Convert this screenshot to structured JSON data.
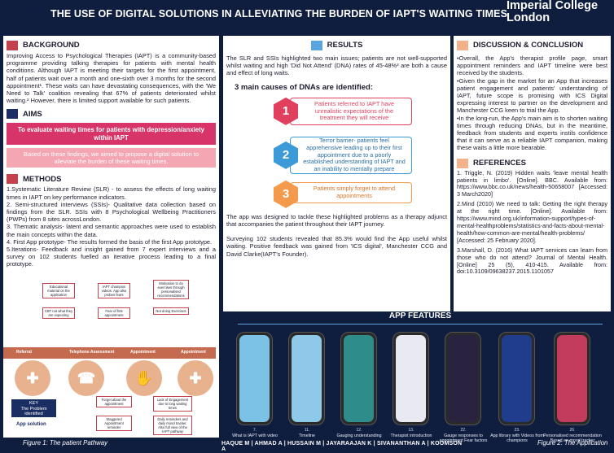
{
  "title": "THE USE OF DIGITAL SOLUTIONS IN ALLEVIATING THE BURDEN OF IAPT'S WAITING TIMES",
  "logo": [
    "Imperial College",
    "London"
  ],
  "background": {
    "heading": "BACKGROUND",
    "text": "Improving Access to Psychological Therapies (IAPT) is a community-based programme providing talking therapies for patients with mental health conditions. Although IAPT is meeting their targets for the first appointment, half of patients wait over a month and one-sixth over 3 months for the second appointment¹. These waits can have devastating consequences, with the 'We Need to Talk' coalition revealing that 67% of patients deteriorated whilst waiting.² However, there is limited support available for such patients."
  },
  "aims": {
    "heading": "AIMS",
    "main": "To evaluate waiting times for patients with depression/anxiety within IAPT",
    "sub": "Based on these findings, we aimed to propose a digital solution to alleviate the burden of these waiting times."
  },
  "methods": {
    "heading": "METHODS",
    "text": "1.Systematic Literature Review (SLR) - to assess the effects of long waiting times in IAPT on key performance indicators.\n2. Semi-structured interviews (SSIs)- Qualitative data collection based on findings from the SLR. SSIs with 8 Psychological Wellbeing Practitioners (PWPs) from 8 sites acrossLondon.\n3. Thematic analysis- latent and semantic approaches were used to establish the main concepts within the data.\n4. First App prototype- The results formed the basis of the first App prototype.\n5.Iterations- Feedback and insight gained from 7 expert interviews and a survey on 102 students fuelled an iterative process leading to a final prototype."
  },
  "results": {
    "heading": "RESULTS",
    "intro": "The SLR and SSIs highlighted two main issues; patients are not well-supported whilst waiting and high 'Did Not Attend' (DNA) rates of 45-48%³ are both a cause and effect of long waits.",
    "causes_title": "3 main causes of DNAs are identified:",
    "causes": [
      {
        "num": "1",
        "text": "Patients referred to IAPT have unrealistic expectations of the treatment they will receive"
      },
      {
        "num": "2",
        "text": "Terror barrier- patients feel apprehensive leading up to their first appointment due to a poorly established understanding of IAPT and an inability to mentally prepare"
      },
      {
        "num": "3",
        "text": "Patients simply forget to attend appointments"
      }
    ],
    "para1": "The app was designed to tackle these highlighted problems as a therapy adjunct that accompanies the patient throughout their IAPT journey.",
    "para2": "Surveying 102 students revealed that 85.3% would find the App useful whilst waiting. Positive feedback was gained from 'ICS digital', Manchester CCG and David Clarke(IAPT's Founder)."
  },
  "discussion": {
    "heading": "DISCUSSION & CONCLUSION",
    "text": "•Overall, the App's therapist profile page, smart appointment reminders and IAPT timeline were best received by the students.\n•Given the gap in the market for an App that increases patient engagement and patients' understanding of IAPT, future scope is promising with ICS Digital expressing interest to partner on the development and Manchester CCG keen to trial the App.\n•In the long-run, the App's main aim is to shorten waiting times through reducing DNAs, but in the meantime, feedback from students and experts instils confidence that it can serve as a reliable IAPT companion, making these waits a little more bearable."
  },
  "references": {
    "heading": "REFERENCES",
    "items": [
      "1. Triggle, N. (2019) Hidden waits 'leave mental health patients in limbo'. [Online]. BBC. Available from: https://www.bbc.co.uk/news/health-50658007 [Accessed: 3 March2020]",
      "2.Mind (2010) We need to talk: Getting the right therapy at the right time. [Online]. Available from: https://www.mind.org.uk/information-support/types-of-mental-healthproblems/statistics-and-facts-about-mental-health/how-common-are-mental/health-problems/ [Accessed: 25 February 2020].",
      "3.Marshall, D. (2016) What IAPT services can learn from those who do not attend? Journal of Mental Health. [Online] 25 (5), 410-415. Available from: doi:10.3109/09638237.2015.1101057"
    ]
  },
  "pathway": {
    "caption": "Figure 1: The patient Pathway",
    "stages": [
      "Referral",
      "Telephone Assessment",
      "Appointment",
      "Appointment"
    ],
    "nodes_top": [
      "Educational material on the application",
      "CBT not what they are expecting",
      "IAPT champion videos. App also probes fears",
      "Fear of first appointment",
      "Motivation to do exercises through personalised recommendations",
      "Not doing Exercises"
    ],
    "nodes_bottom": [
      "Forget about the appointment",
      "Staggered Appointment reminder",
      "Lack of Engagement due to long waiting times",
      "Daily reminders and daily mood tracker. Also full view of the IAPT pathway"
    ],
    "problem": "KEY\nThe Problem identified",
    "solution": "App solution"
  },
  "features": {
    "heading": "APP FEATURES",
    "caption": "Figure 2: The Application",
    "items": [
      {
        "num": "7.",
        "label": "What is IAPT with video"
      },
      {
        "num": "11.",
        "label": "Timeline"
      },
      {
        "num": "12.",
        "label": "Gauging understanding"
      },
      {
        "num": "13.",
        "label": "Therapist introduction"
      },
      {
        "num": "22.",
        "label": "Gauge responses to appointment Fear factors"
      },
      {
        "num": "23.",
        "label": "App library with Videos from champions"
      },
      {
        "num": "26.",
        "label": "Personalised recommendation Based on mood tracker"
      }
    ],
    "screen_colors": [
      "#7cc1e6",
      "#8ec9ea",
      "#2e8c8a",
      "#e9e9f1",
      "#2a2340",
      "#1f3d8c",
      "#c33c5e"
    ]
  },
  "authors": "HAQUE M | AHMAD A | HUSSAIN M | JAYARAAJAN K | SIVANANTHAN A | KOOMSON A",
  "colors": {
    "navy": "#0f1d3f",
    "red": "#c2424d",
    "pink": "#d7346a",
    "blue": "#5aa4db",
    "orange": "#f39a4d"
  }
}
